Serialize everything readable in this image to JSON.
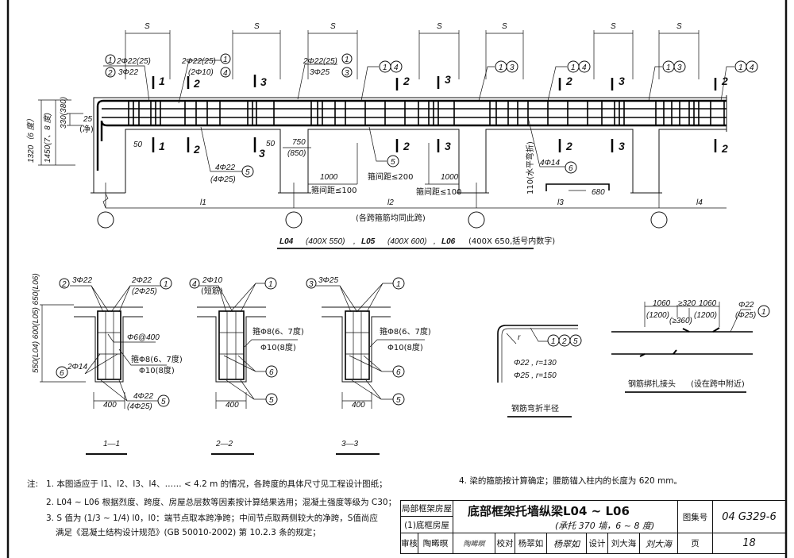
{
  "elevation": {
    "s_label": "S",
    "labels_top_1": {
      "a": "2Φ22(25)",
      "b": "3Φ22",
      "n1": "1",
      "n2": "2"
    },
    "labels_top_2": {
      "a": "2Φ22(25)",
      "b": "(2Φ10)",
      "n1": "1",
      "n2": "4"
    },
    "labels_top_3": {
      "a": "2Φ22(25)",
      "b": "3Φ25",
      "n1": "1",
      "n2": "3"
    },
    "callouts": [
      "1",
      "4",
      "1",
      "3",
      "1",
      "4",
      "1",
      "3",
      "1",
      "4"
    ],
    "section_marks": {
      "one": "1",
      "two": "2",
      "three": "3"
    },
    "bottom_bar": {
      "a": "4Φ22",
      "b": "(4Φ25)",
      "n": "5"
    },
    "bottom_bar_callout": "5",
    "waist_bar": {
      "a": "4Φ14",
      "n": "6"
    },
    "dims": {
      "clear": "25",
      "clear_note": "(净)",
      "h330": "330(380)",
      "h1320": "1320（6 度）",
      "h1450": "1450(7、8 度)",
      "d50a": "50",
      "d50b": "50",
      "d750": "750",
      "d850": "(850)",
      "d1000a": "1000",
      "d1000b": "1000",
      "sp100a": "箍间距≤100",
      "sp200": "箍间距≤200",
      "sp100b": "箍间距≤100",
      "bend110": "110(水平弯折)",
      "d680": "680"
    },
    "spans": [
      "l1",
      "l2",
      "l3",
      "l4"
    ],
    "span_note": "(各跨箍筋均同此跨)",
    "title": {
      "l04": "L04",
      "l04s": "(400X 550)",
      "sep1": ",",
      "l05": "L05",
      "l05s": "(400X 600)",
      "sep2": ",",
      "l06": "L06",
      "l06s": "(400X 650,括号内数字)"
    }
  },
  "sections": {
    "s1": {
      "title": "1—1",
      "top_left": "3Φ22",
      "top_left_n": "2",
      "top_right": "2Φ22",
      "top_right2": "(2Φ25)",
      "top_right_n": "1",
      "tie": "Φ6@400",
      "stirrup1": "箍Φ8(6、7度)",
      "stirrup2": "Φ10(8度)",
      "waist": "2Φ14",
      "waist_n": "6",
      "bottom": "4Φ22",
      "bottom2": "(4Φ25)",
      "bottom_n": "5",
      "width": "400",
      "heights": "550(L04)  600(L05)  650(L06)"
    },
    "s2": {
      "title": "2—2",
      "top_left": "2Φ10",
      "top_left2": "(短筋)",
      "top_left_n": "4",
      "top_right_n": "1",
      "stirrup1": "箍Φ8(6、7度)",
      "stirrup2": "Φ10(8度)",
      "waist_n": "6",
      "bottom_n": "5",
      "width": "400"
    },
    "s3": {
      "title": "3—3",
      "top_left": "3Φ25",
      "top_left_n": "3",
      "top_right_n": "1",
      "stirrup1": "箍Φ8(6、7度)",
      "stirrup2": "Φ10(8度)",
      "waist_n": "6",
      "bottom_n": "5",
      "width": "400"
    }
  },
  "bend_detail": {
    "r": "r",
    "n": [
      "1",
      "2",
      "5"
    ],
    "line1": "Φ22 , r=130",
    "line2": "Φ25 , r=150",
    "title": "钢筋弯折半径"
  },
  "lap_detail": {
    "d1": "1060",
    "d2": "≥320",
    "d3": "1060",
    "d1b": "(1200)",
    "d2b": "(≥360)",
    "d3b": "(1200)",
    "bar1": "Φ22",
    "bar2": "(Φ25)",
    "n": "1",
    "title": "钢筋绑扎接头",
    "note": "(设在跨中附近)"
  },
  "notes": {
    "prefix": "注:",
    "items": [
      "1. 本图适应于 l1、l2、l3、l4、…… < 4.2 m 的情况，各跨度的具体尺寸见工程设计图纸；",
      "2. L04 ~ L06 根据烈度、跨度、房屋总层数等因素按计算结果选用；混凝土强度等级为 C30；",
      "3. S 值为 (1/3 ~ 1/4) l0，l0：端节点取本跨净跨；中间节点取两侧较大的净跨，S值尚应",
      "满足《混凝土结构设计规范》(GB 50010-2002) 第 10.2.3 条的规定；",
      "4. 梁的箍筋按计算确定；腰筋锚入柱内的长度为 620 mm。"
    ]
  },
  "title_block": {
    "category1": "局部框架房屋",
    "category2": "(1)底框房屋",
    "title": "底部框架托墙纵梁L04 ~ L06",
    "subtitle": "(承托 370 墙，6 ~ 8 度)",
    "atlas_label": "图集号",
    "atlas_no": "04 G329-6",
    "review_label": "审核",
    "reviewer": "陶晞暝",
    "review_sign": "陶晞暝",
    "check_label": "校对",
    "checker": "杨翠如",
    "check_sign": "杨翠如",
    "design_label": "设计",
    "designer": "刘大海",
    "design_sign": "刘大海",
    "page_label": "页",
    "page": "18"
  }
}
